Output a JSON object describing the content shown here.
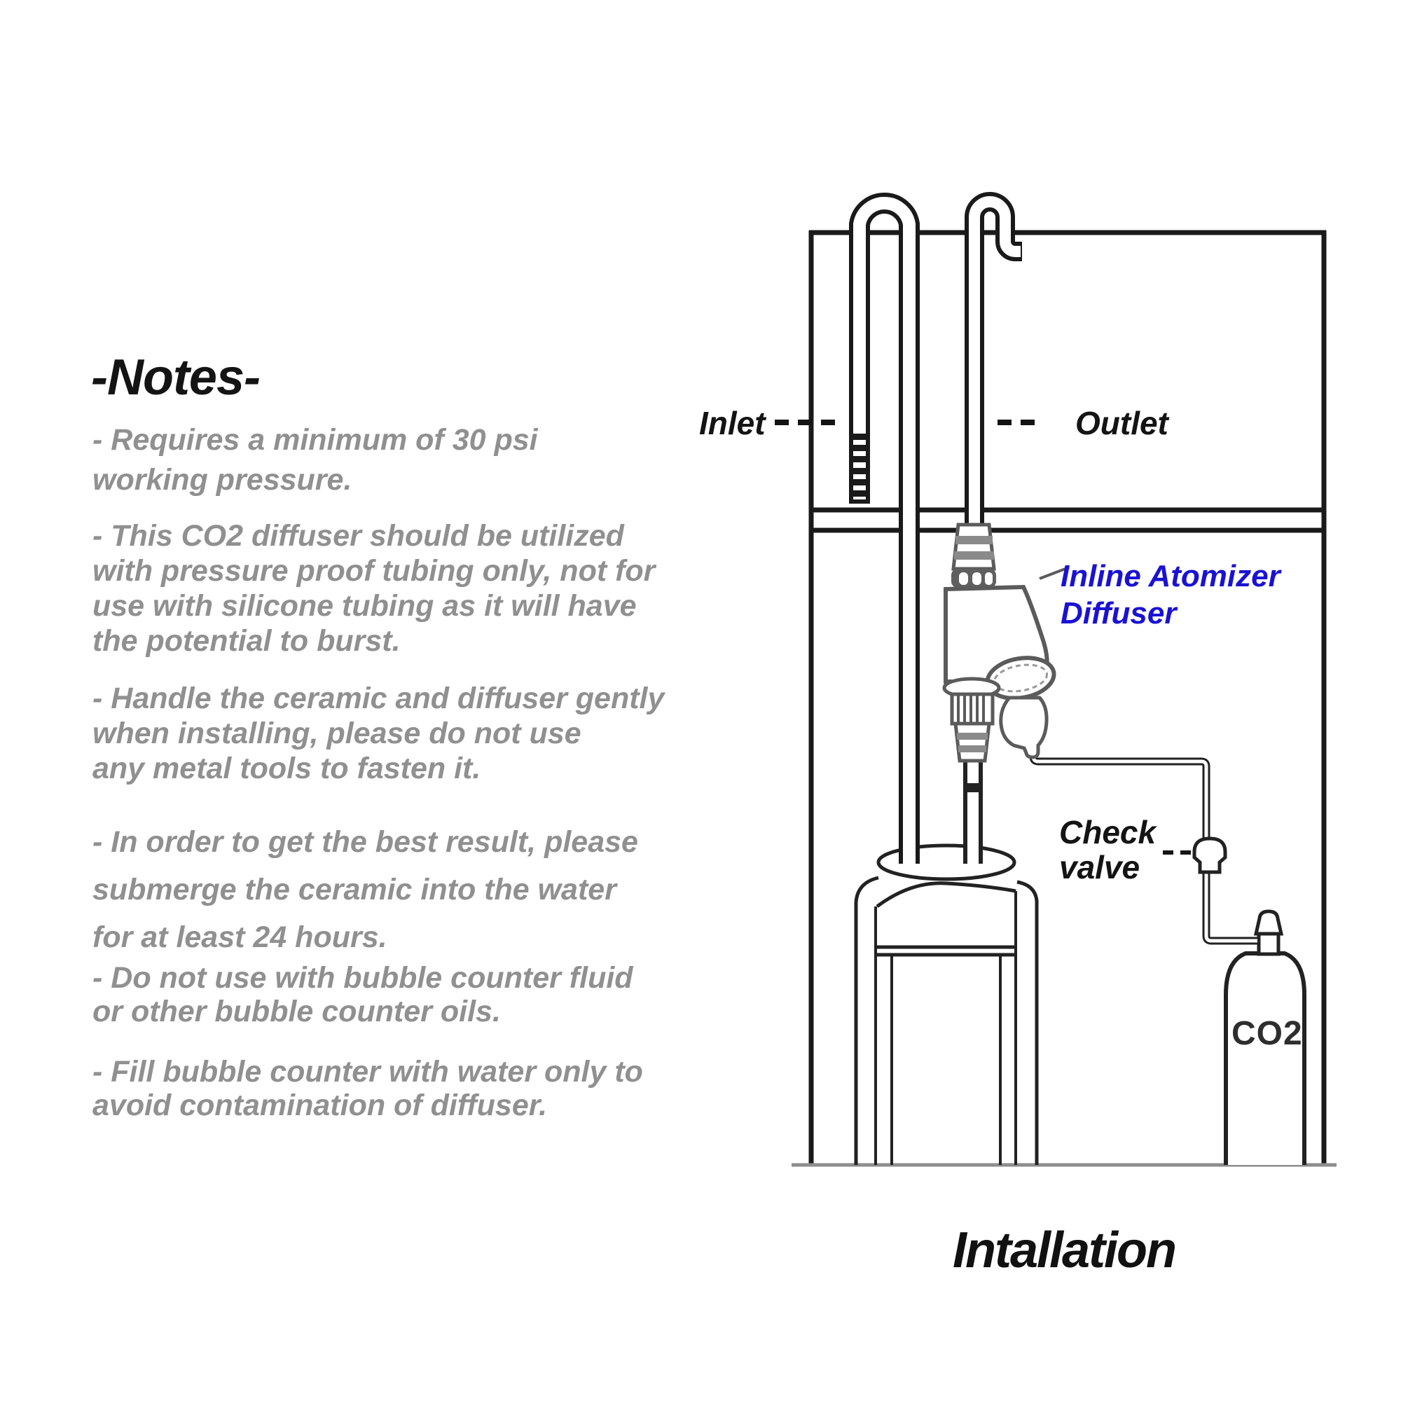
{
  "notes": {
    "heading": "-Notes-",
    "paragraphs": [
      "- Requires a minimum of 30 psi\nworking pressure.",
      "- This CO2 diffuser should be utilized\nwith pressure proof tubing only, not for\nuse with silicone tubing as it will have\nthe potential to burst.",
      "- Handle the ceramic and diffuser gently\nwhen installing, please do not use\nany metal tools to fasten it.",
      "- In order to get the best result, please\nsubmerge the ceramic into the water\nfor at least 24 hours.",
      "- Do not use with bubble counter fluid\nor other bubble counter oils.",
      "- Fill bubble counter with water only to\navoid contamination of diffuser."
    ]
  },
  "diagram": {
    "labels": {
      "inlet": "Inlet",
      "outlet": "Outlet",
      "diffuser": "Inline Atomizer\nDiffuser",
      "check_valve": "Check\nvalve",
      "co2": "CO2",
      "title": "Intallation"
    },
    "colors": {
      "line_black": "#1a1a1a",
      "diffuser_gray": "#5b5b5b",
      "note_gray": "#909090",
      "accent_blue": "#1a12d2"
    }
  }
}
